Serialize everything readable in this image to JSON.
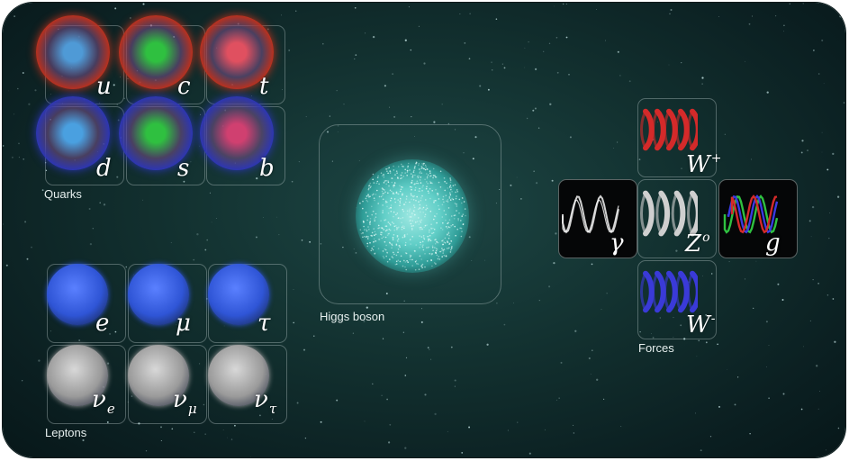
{
  "groups": {
    "quarks": "Quarks",
    "leptons": "Leptons",
    "higgs": "Higgs boson",
    "forces": "Forces"
  },
  "quarks": [
    {
      "symbol": "u",
      "glow": "#c0301a",
      "core": "#4f9ad6"
    },
    {
      "symbol": "c",
      "glow": "#c0301a",
      "core": "#2fc040"
    },
    {
      "symbol": "t",
      "glow": "#c0301a",
      "core": "#e05060"
    },
    {
      "symbol": "d",
      "glow": "#2b35b8",
      "core": "#4aa0e0"
    },
    {
      "symbol": "s",
      "glow": "#2b35b8",
      "core": "#2fc040"
    },
    {
      "symbol": "b",
      "glow": "#2b35b8",
      "core": "#d04070"
    }
  ],
  "leptons": [
    {
      "symbol": "e",
      "color": "#2f55d6"
    },
    {
      "symbol": "μ",
      "color": "#2f55d6"
    },
    {
      "symbol": "τ",
      "color": "#2f55d6"
    },
    {
      "symbol": "ν",
      "sub": "e",
      "color": "#9a9a9a"
    },
    {
      "symbol": "ν",
      "sub": "μ",
      "color": "#9a9a9a"
    },
    {
      "symbol": "ν",
      "sub": "τ",
      "color": "#9a9a9a"
    }
  ],
  "forces": {
    "w_plus": {
      "symbol": "W",
      "sup": "+",
      "color": "#d42a2a"
    },
    "photon": {
      "symbol": "γ",
      "color": "#d0d0d0"
    },
    "z": {
      "symbol": "Z",
      "sup": "o",
      "color": "#cfcfcf"
    },
    "gluon": {
      "symbol": "g",
      "colors": [
        "#2fc040",
        "#3a3ae0",
        "#d42a2a"
      ]
    },
    "w_minus": {
      "symbol": "W",
      "sup": "-",
      "color": "#3a3ad8"
    }
  }
}
